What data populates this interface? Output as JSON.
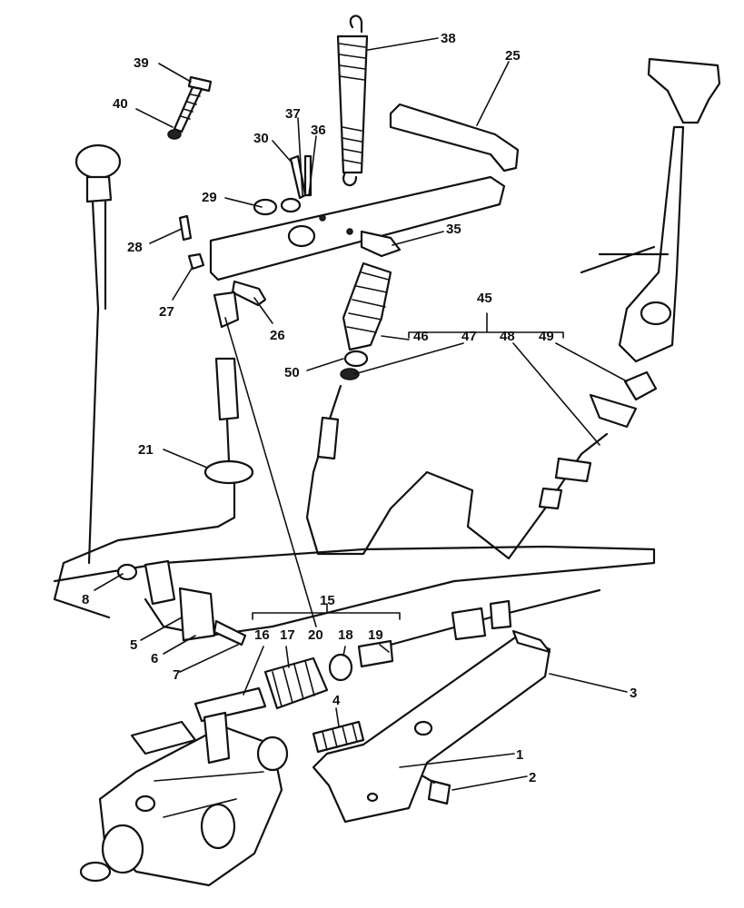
{
  "labels": [
    "39",
    "40",
    "38",
    "25",
    "30",
    "37",
    "36",
    "29",
    "28",
    "35",
    "27",
    "26",
    "45",
    "46",
    "47",
    "48",
    "49",
    "50",
    "21",
    "15",
    "8",
    "5",
    "6",
    "7",
    "16",
    "17",
    "20",
    "18",
    "19",
    "3",
    "4",
    "1",
    "2"
  ]
}
